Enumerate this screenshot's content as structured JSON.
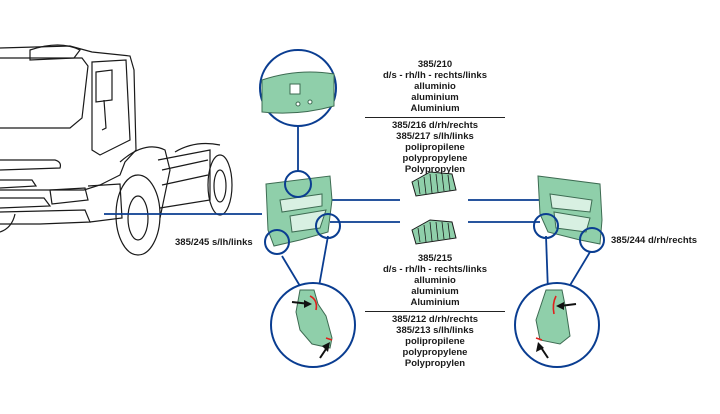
{
  "colors": {
    "part_fill": "#8fcfaa",
    "part_stroke": "#3d6b52",
    "callout_line": "#0a3d91",
    "highlight_edge": "#e0201c",
    "text": "#1a1a1a"
  },
  "labels": {
    "left_part": "385/245 s/lh/links",
    "right_part": "385/244 d/rh/rechts"
  },
  "upper_grille": {
    "aluminium": [
      "385/210",
      "d/s - rh/lh - rechts/links",
      "alluminio",
      "aluminium",
      "Aluminium"
    ],
    "polypropylene": [
      "385/216 d/rh/rechts",
      "385/217 s/lh/links",
      "polipropilene",
      "polypropylene",
      "Polypropylen"
    ]
  },
  "lower_grille": {
    "aluminium": [
      "385/215",
      "d/s - rh/lh - rechts/links",
      "alluminio",
      "aluminium",
      "Aluminium"
    ],
    "polypropylene": [
      "385/212 d/rh/rechts",
      "385/213 s/lh/links",
      "polipropilene",
      "polypropylene",
      "Polypropylen"
    ]
  },
  "icons": {
    "truck": "truck-line-drawing",
    "arrow": "black-pointer-arrow",
    "magnifier": "detail-circle"
  }
}
